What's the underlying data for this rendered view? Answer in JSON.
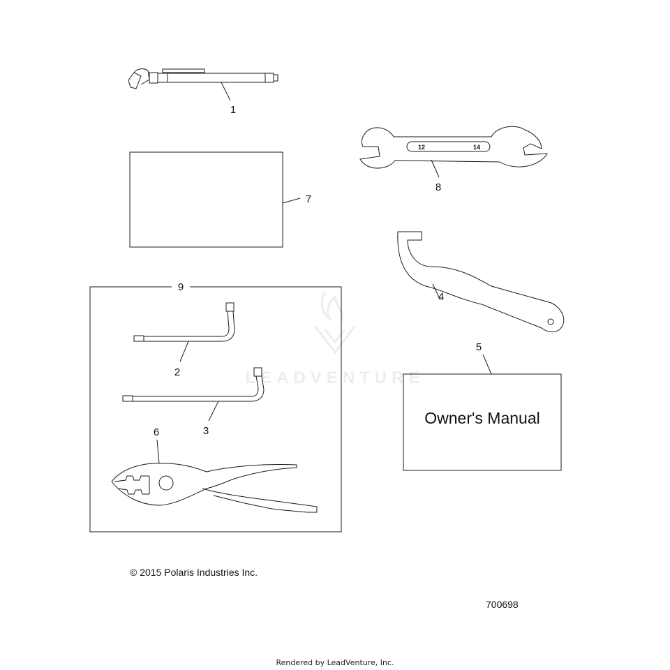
{
  "callouts": {
    "c1": "1",
    "c2": "2",
    "c3": "3",
    "c4": "4",
    "c5": "5",
    "c6": "6",
    "c7": "7",
    "c8": "8",
    "c9": "9"
  },
  "wrench": {
    "size_left": "12",
    "size_right": "14"
  },
  "manual": {
    "title": "Owner's Manual"
  },
  "watermark": "LEADVENTURE",
  "footer": {
    "copyright": "© 2015 Polaris Industries Inc.",
    "part_number": "700698",
    "rendered_by": "Rendered by LeadVenture, Inc."
  },
  "colors": {
    "line": "#1a1a1a",
    "background": "#ffffff"
  }
}
